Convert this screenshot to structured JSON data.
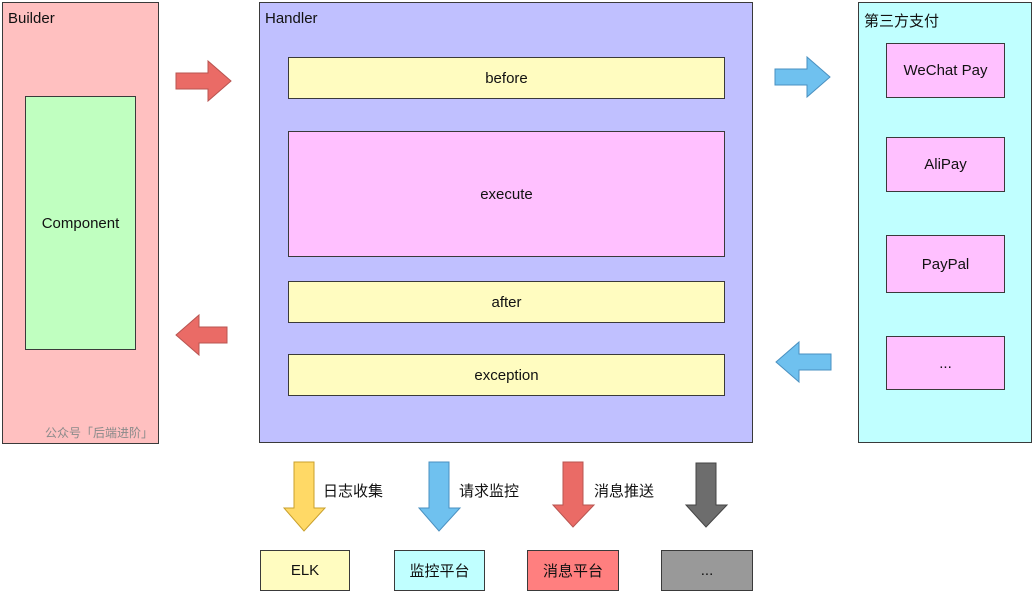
{
  "colors": {
    "builder_bg": "#ffc0c0",
    "component_bg": "#c0ffc0",
    "handler_bg": "#c0c0ff",
    "stage_yellow": "#fffcc0",
    "stage_pink": "#ffc0ff",
    "third_bg": "#c0ffff",
    "arrow_red": "#ea6b66",
    "arrow_blue": "#6fc1ef",
    "arrow_yellow": "#ffd966",
    "arrow_gray": "#6d6d6d",
    "elk_bg": "#fffcc0",
    "monitor_bg": "#c0ffff",
    "msg_bg": "#ff7f7f",
    "other_bg": "#999999"
  },
  "builder": {
    "title": "Builder",
    "component": "Component",
    "watermark": "公众号「后端进阶」"
  },
  "handler": {
    "title": "Handler",
    "stages": {
      "before": "before",
      "execute": "execute",
      "after": "after",
      "exception": "exception"
    }
  },
  "third_party": {
    "title": "第三方支付",
    "items": [
      "WeChat Pay",
      "AliPay",
      "PayPal",
      "..."
    ]
  },
  "outputs": [
    {
      "arrow_label": "日志收集",
      "target": "ELK"
    },
    {
      "arrow_label": "请求监控",
      "target": "监控平台"
    },
    {
      "arrow_label": "消息推送",
      "target": "消息平台"
    },
    {
      "arrow_label": "",
      "target": "..."
    }
  ]
}
